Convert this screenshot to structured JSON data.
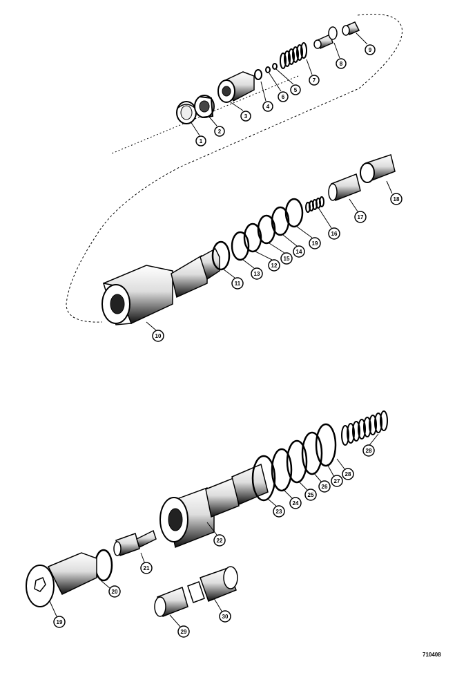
{
  "drawing_number": "710408",
  "labels": {
    "p1": "1",
    "p2": "2",
    "p3": "3",
    "p4": "4",
    "p5": "5",
    "p6": "6",
    "p7": "7",
    "p8": "8",
    "p9": "9",
    "p10": "10",
    "p11": "11",
    "p12": "12",
    "p13": "13",
    "p14": "14",
    "p15": "15",
    "p16": "16",
    "p17": "17",
    "p18": "18",
    "p19": "19",
    "p20": "20",
    "p21": "21",
    "p22": "22",
    "p23": "23",
    "p24": "24",
    "p25": "25",
    "p26": "26",
    "p27": "27",
    "p28": "28",
    "p29": "29",
    "p30": "30"
  }
}
